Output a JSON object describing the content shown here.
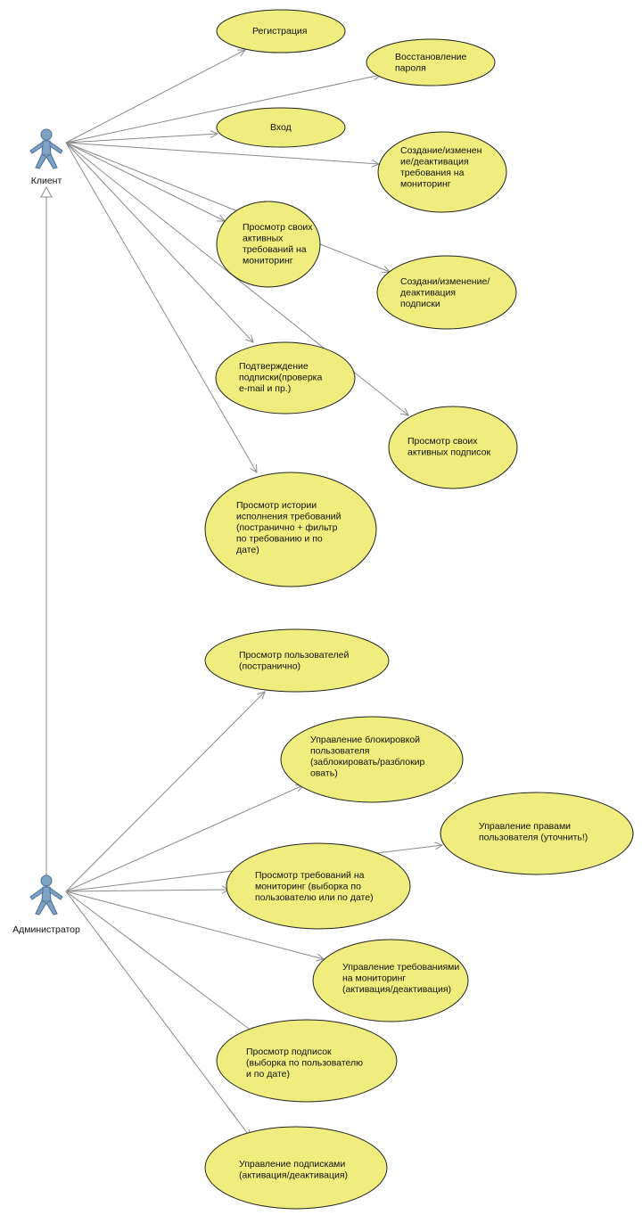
{
  "actors": [
    {
      "id": "client",
      "label": "Клиент"
    },
    {
      "id": "admin",
      "label": "Администратор"
    }
  ],
  "use_cases": [
    {
      "id": "registration",
      "lines": [
        "Регистрация"
      ]
    },
    {
      "id": "password-recovery",
      "lines": [
        "Восстановление",
        "пароля"
      ]
    },
    {
      "id": "login",
      "lines": [
        "Вход"
      ]
    },
    {
      "id": "monitoring-request-crud",
      "lines": [
        "Создание/изменен",
        "ие/деактивация",
        "требования на",
        "мониторинг"
      ]
    },
    {
      "id": "view-own-active-requests",
      "lines": [
        "Просмотр своих",
        "активных",
        "требований на",
        "мониторинг"
      ]
    },
    {
      "id": "subscription-crud",
      "lines": [
        "Создани/изменение/",
        "деактивация",
        "подписки"
      ]
    },
    {
      "id": "subscription-confirmation",
      "lines": [
        "Подтверждение",
        "подписки(проверка",
        "e-mail и пр.)"
      ]
    },
    {
      "id": "view-own-active-subscriptions",
      "lines": [
        "Просмотр своих",
        "активных подписок"
      ]
    },
    {
      "id": "execution-history",
      "lines": [
        "Просмотр истории",
        "исполнения требований",
        "(постранично + фильтр",
        "по требованию и по",
        "дате)"
      ]
    },
    {
      "id": "view-users",
      "lines": [
        "Просмотр пользователей",
        "(постранично)"
      ]
    },
    {
      "id": "user-block-management",
      "lines": [
        "Управление блокировкой",
        "пользователя",
        "(заблокировать/разблокир",
        "овать)"
      ]
    },
    {
      "id": "user-rights-management",
      "lines": [
        "Управление правами",
        "пользователя (уточнить!)"
      ]
    },
    {
      "id": "view-monitoring-requests",
      "lines": [
        "Просмотр требований на",
        "мониторинг (выборка по",
        "пользователю или по дате)"
      ]
    },
    {
      "id": "monitoring-requests-management",
      "lines": [
        "Управление требованиями",
        "на мониторинг",
        "(активация/деактивация)"
      ]
    },
    {
      "id": "view-subscriptions",
      "lines": [
        "Просмотр подписок",
        "(выборка по пользователю",
        "и по дате)"
      ]
    },
    {
      "id": "subscriptions-management",
      "lines": [
        "Управление подписками",
        "(активация/деактивация)"
      ]
    }
  ],
  "associations": [
    {
      "from": "client",
      "to": "registration"
    },
    {
      "from": "client",
      "to": "password-recovery"
    },
    {
      "from": "client",
      "to": "login"
    },
    {
      "from": "client",
      "to": "monitoring-request-crud"
    },
    {
      "from": "client",
      "to": "view-own-active-requests"
    },
    {
      "from": "client",
      "to": "subscription-crud"
    },
    {
      "from": "client",
      "to": "subscription-confirmation"
    },
    {
      "from": "client",
      "to": "view-own-active-subscriptions"
    },
    {
      "from": "client",
      "to": "execution-history"
    },
    {
      "from": "admin",
      "to": "view-users"
    },
    {
      "from": "admin",
      "to": "user-block-management"
    },
    {
      "from": "admin",
      "to": "user-rights-management"
    },
    {
      "from": "admin",
      "to": "view-monitoring-requests"
    },
    {
      "from": "admin",
      "to": "monitoring-requests-management"
    },
    {
      "from": "admin",
      "to": "view-subscriptions"
    },
    {
      "from": "admin",
      "to": "subscriptions-management"
    }
  ],
  "generalizations": [
    {
      "from": "admin",
      "to": "client"
    }
  ],
  "colors": {
    "use_case_fill": "#eeed7e",
    "use_case_stroke": "#222222",
    "connector": "#8a8a8a",
    "actor_fill": "#7fa3c4",
    "actor_stroke": "#4a6f94"
  }
}
